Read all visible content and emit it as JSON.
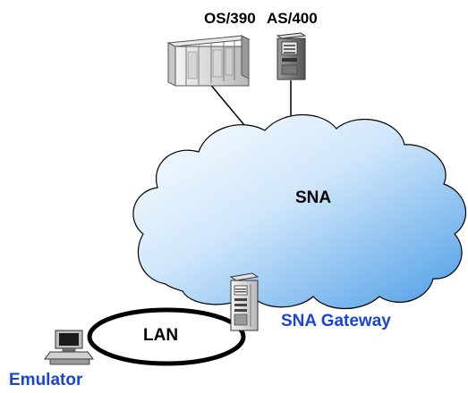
{
  "labels": {
    "os390": "OS/390",
    "as400": "AS/400",
    "sna": "SNA",
    "sna_gateway": "SNA Gateway",
    "lan": "LAN",
    "emulator": "Emulator"
  },
  "colors": {
    "label_dark": "#000000",
    "label_blue": "#1a44d8",
    "cloud_fill_light": "#ffffff",
    "cloud_fill_dark": "#4a9ce6",
    "cloud_stroke": "#000000",
    "lan_ring": "#000000"
  },
  "icons": {
    "os390": "mainframe-icon",
    "as400": "midrange-server-icon",
    "gateway": "gateway-server-icon",
    "emulator": "workstation-icon"
  }
}
